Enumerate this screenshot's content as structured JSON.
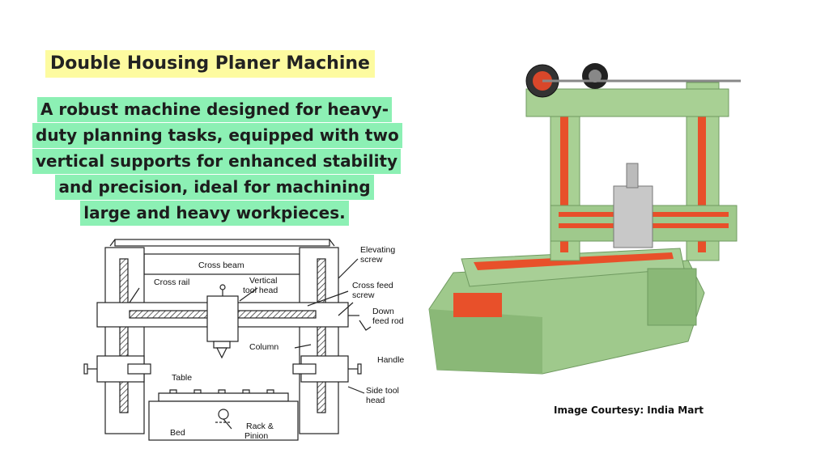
{
  "title": "Double Housing Planer Machine",
  "description_lines": [
    "A robust machine designed for heavy-",
    "duty planning tasks, equipped with two",
    "vertical supports for enhanced stability",
    "and precision, ideal for machining",
    "large and heavy workpieces."
  ],
  "diagram_labels": {
    "cross_beam": "Cross beam",
    "elevating_screw_1": "Elevating",
    "elevating_screw_2": "screw",
    "cross_rail": "Cross rail",
    "vertical_tool_head_1": "Vertical",
    "vertical_tool_head_2": "tool head",
    "cross_feed_screw_1": "Cross feed",
    "cross_feed_screw_2": "screw",
    "down_feed_rod_1": "Down",
    "down_feed_rod_2": "feed rod",
    "column": "Column",
    "handle": "Handle",
    "table": "Table",
    "side_tool_head_1": "Side tool",
    "side_tool_head_2": "head",
    "bed": "Bed",
    "rack_pinion_1": "Rack &",
    "rack_pinion_2": "Pinion"
  },
  "courtesy": "Image Courtesy: India Mart",
  "colors": {
    "title_highlight": "#fdfba0",
    "text_highlight": "#8cf0b4",
    "machine_green": "#9fc98c",
    "machine_red": "#e8502a"
  }
}
